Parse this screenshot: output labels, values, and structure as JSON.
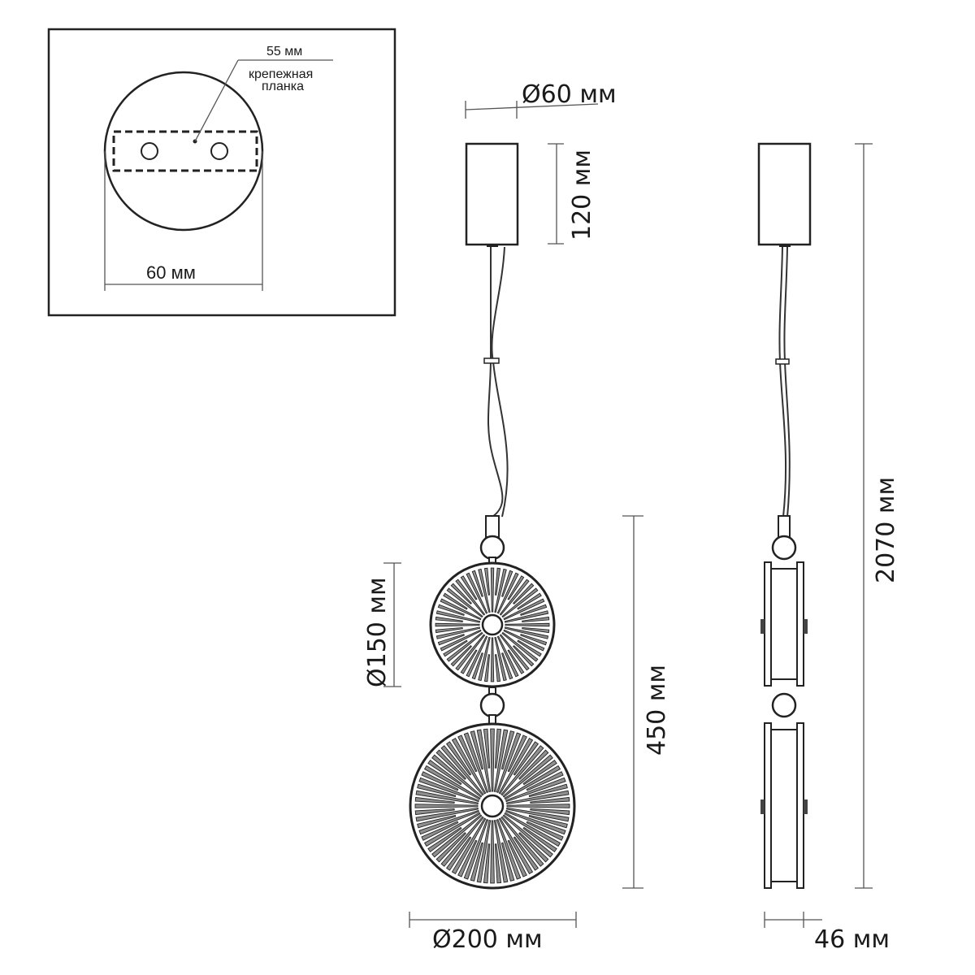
{
  "inset": {
    "slot_label": "55 мм",
    "bracket_label_line1": "крепежная",
    "bracket_label_line2": "планка",
    "width_label": "60 мм"
  },
  "front_view": {
    "canopy_diameter": "Ø60 мм",
    "canopy_height": "120 мм",
    "small_disc_diameter": "Ø150 мм",
    "large_disc_diameter": "Ø200 мм",
    "fixture_height": "450 мм"
  },
  "side_view": {
    "total_height": "2070 мм",
    "depth": "46 мм"
  },
  "colors": {
    "line": "#222222",
    "dimension": "#555555",
    "disc_fill": "#8f8f8f"
  }
}
